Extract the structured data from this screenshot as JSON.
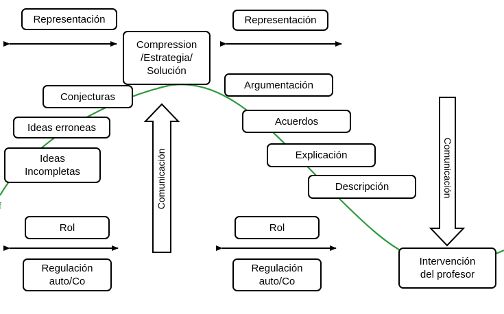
{
  "boxes": {
    "representacion_left": "Representación",
    "representacion_right": "Representación",
    "compression": "Compression /Estrategia/ Solución",
    "conjecturas": "Conjecturas",
    "ideas_erroneas": "Ideas erroneas",
    "ideas_incompletas": "Ideas Incompletas",
    "argumentacion": "Argumentación",
    "acuerdos": "Acuerdos",
    "explicacion": "Explicación",
    "descripcion": "Descripción",
    "rol_left": "Rol",
    "rol_right": "Rol",
    "regulacion_left": "Regulación auto/Co",
    "regulacion_right": "Regulación auto/Co",
    "intervencion": "Intervención del profesor"
  },
  "arrows": {
    "comunicacion_up": "Comunicación",
    "comunicacion_down": "Comunicación"
  },
  "edge_fragment": "f",
  "colors": {
    "curve": "#2e9a3b",
    "stroke": "#000000"
  }
}
